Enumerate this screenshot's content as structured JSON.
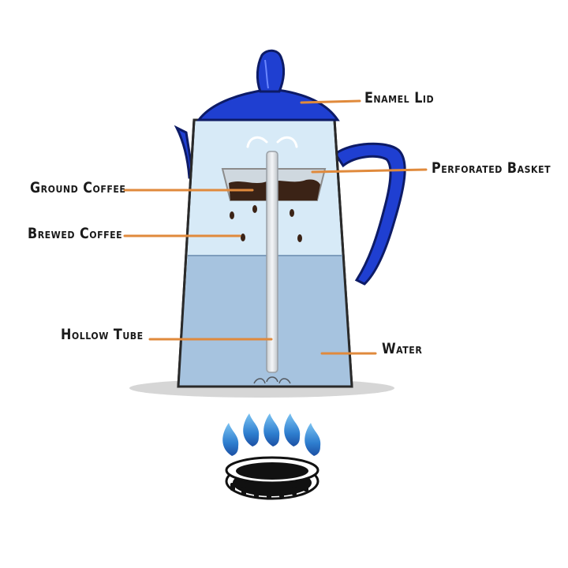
{
  "labels": {
    "enamel_lid": "Enamel Lid",
    "perforated_basket": "Perforated Basket",
    "ground_coffee": "Ground Coffee",
    "brewed_coffee": "Brewed Coffee",
    "hollow_tube": "Hollow Tube",
    "water": "Water"
  },
  "colors": {
    "enamel_blue": "#1f3fd1",
    "water_blue": "#a6c3df",
    "glass_blue": "#d7eaf7",
    "coffee_brown": "#3b2316",
    "leader_orange": "#e08a3c",
    "flame_blue": "#3c8ed8"
  }
}
